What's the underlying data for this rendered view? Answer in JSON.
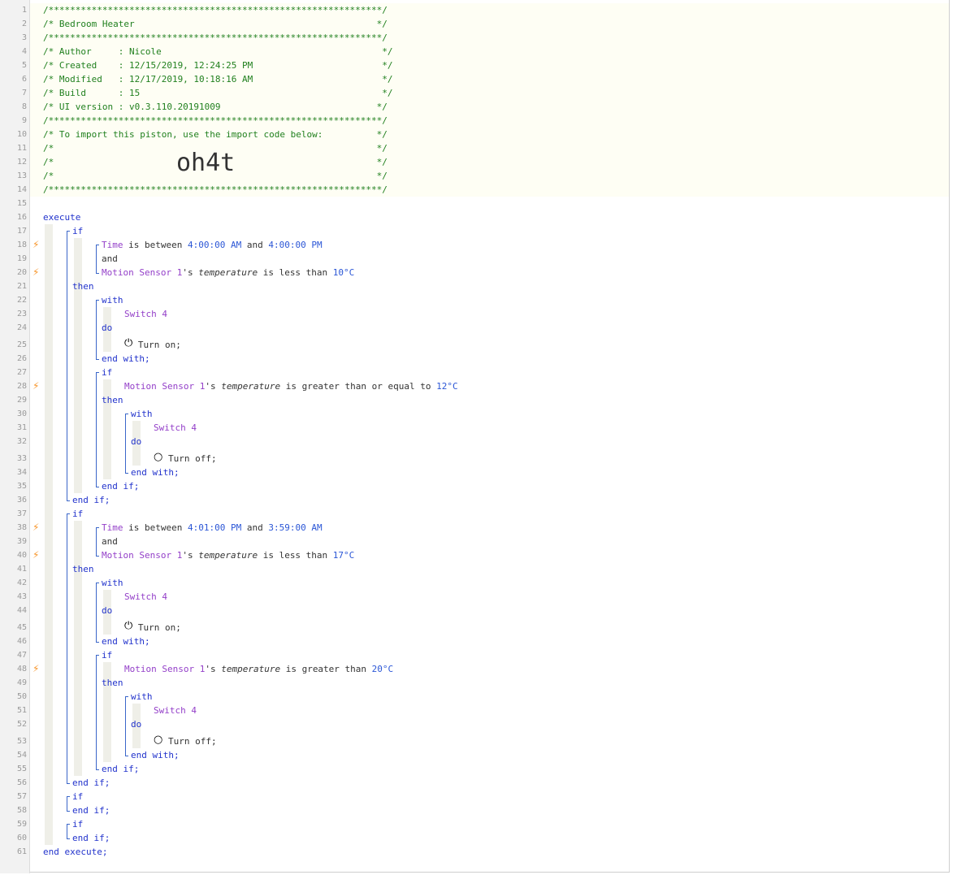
{
  "line_numbers": [
    "1",
    "2",
    "3",
    "4",
    "5",
    "6",
    "7",
    "8",
    "9",
    "10",
    "11",
    "12",
    "13",
    "14",
    "15",
    "16",
    "17",
    "18",
    "19",
    "20",
    "21",
    "22",
    "23",
    "24",
    "25",
    "26",
    "27",
    "28",
    "29",
    "30",
    "31",
    "32",
    "33",
    "34",
    "35",
    "36",
    "37",
    "38",
    "39",
    "40",
    "41",
    "42",
    "43",
    "44",
    "45",
    "46",
    "47",
    "48",
    "49",
    "50",
    "51",
    "52",
    "53",
    "54",
    "55",
    "56",
    "57",
    "58",
    "59",
    "60",
    "61"
  ],
  "header": {
    "rule_open": "/**************************************************************/",
    "title": "/* Bedroom Heater                                             */",
    "author": "/* Author     : Nicole                                         */",
    "created": "/* Created    : 12/15/2019, 12:24:25 PM                        */",
    "modified": "/* Modified   : 12/17/2019, 10:18:16 AM                        */",
    "build": "/* Build      : 15                                             */",
    "ui_version": "/* UI version : v0.3.110.20191009                             */",
    "import_note": "/* To import this piston, use the import code below:          */",
    "blank": "/*                                                            */",
    "rule_close": "/**************************************************************/",
    "import_code": "oh4t"
  },
  "kw": {
    "execute": "execute",
    "if": "if",
    "and": "and",
    "then": "then",
    "with": "with",
    "do": "do",
    "end_with": "end with;",
    "end_if": "end if;",
    "end_execute": "end execute;"
  },
  "devices": {
    "time": "Time",
    "motion_sensor": "Motion Sensor 1",
    "switch": "Switch 4"
  },
  "text": {
    "is_between": " is between ",
    "and_word": " and ",
    "possessive": "'s ",
    "temperature": "temperature",
    "is_less_than": " is less than ",
    "is_gte": " is greater than or equal to ",
    "is_greater_than": " is greater than ",
    "turn_on": " Turn on;",
    "turn_off": " Turn off;"
  },
  "values": {
    "t1_start": "4:00:00 AM",
    "t1_end": "4:00:00 PM",
    "temp_lt_1": "10°C",
    "temp_gte_1": "12°C",
    "t2_start": "4:01:00 PM",
    "t2_end": "3:59:00 AM",
    "temp_lt_2": "17°C",
    "temp_gt_2": "20°C"
  },
  "icons": {
    "power_on": "⏻",
    "power_off": "○",
    "bolt": "⚡"
  },
  "colors": {
    "comment": "#21801f",
    "keyword": "#2233cc",
    "device": "#9440c9",
    "value": "#2b56d6",
    "bolt": "#f7952a"
  }
}
